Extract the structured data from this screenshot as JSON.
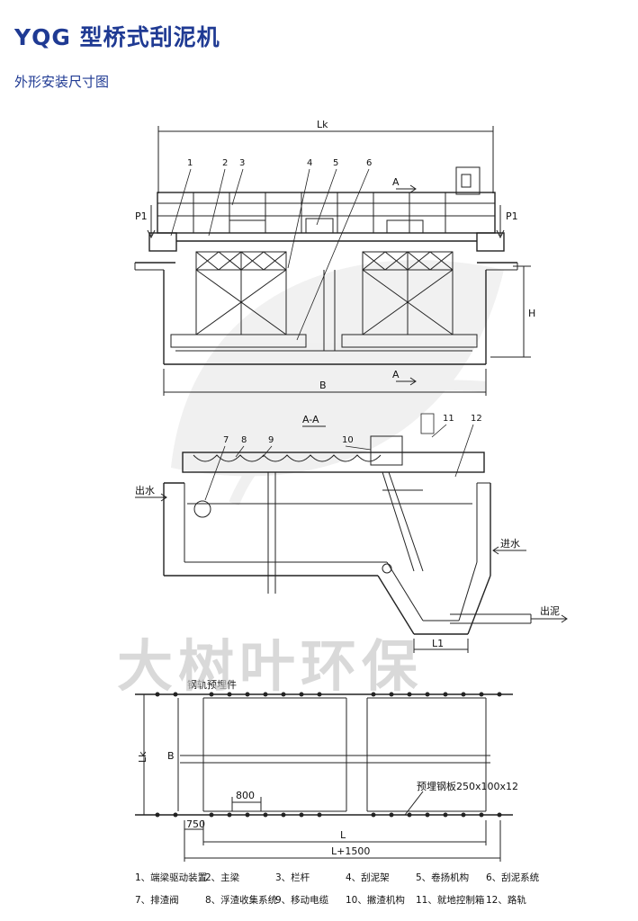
{
  "header": {
    "title": "YQG 型桥式刮泥机",
    "subtitle": "外形安装尺寸图"
  },
  "labels": {
    "lk": "Lk",
    "p1": "P1",
    "a": "A",
    "h": "H",
    "b": "B",
    "section": "A-A",
    "outlet_water": "出水",
    "inlet_water": "进水",
    "outlet_sludge": "出泥",
    "l1": "L1",
    "rail_embed": "钢轨预埋件",
    "lk_side": "Lk",
    "b_side": "B",
    "dim_800": "800",
    "plate": "预埋钢板250x100x12",
    "dim_750": "750",
    "l": "L",
    "l1500": "L+1500"
  },
  "callouts_top": [
    "1",
    "2",
    "3",
    "4",
    "5",
    "6"
  ],
  "callouts_mid": [
    "7",
    "8",
    "9",
    "10",
    "11",
    "12"
  ],
  "watermark": "大树叶环保",
  "legend": [
    [
      "1、端梁驱动装置",
      "2、主梁",
      "3、栏杆",
      "4、刮泥架",
      "5、卷扬机构",
      "6、刮泥系统"
    ],
    [
      "7、排渣阀",
      "8、浮渣收集系统",
      "9、移动电缆",
      "10、撇渣机构",
      "11、就地控制箱",
      "12、路轨"
    ]
  ]
}
